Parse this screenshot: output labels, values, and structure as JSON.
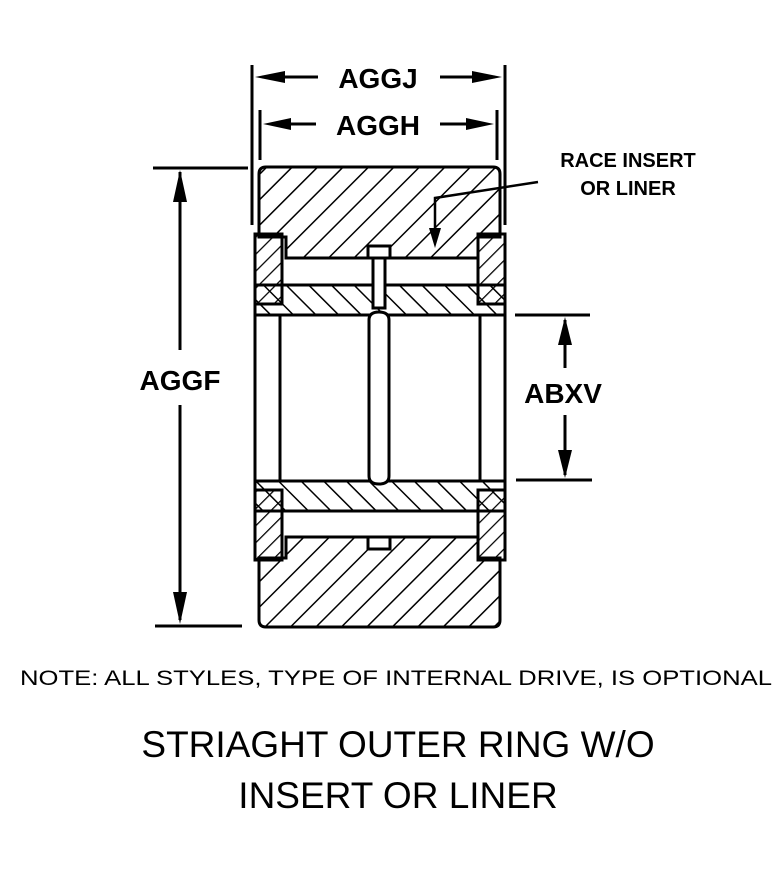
{
  "drawing": {
    "dimensions": {
      "overall_width": "AGGJ",
      "ring_width": "AGGH",
      "outer_diameter": "AGGF",
      "bore_diameter": "ABXV"
    },
    "callout": {
      "line1": "RACE INSERT",
      "line2": "OR LINER"
    },
    "note": "NOTE:  ALL STYLES, TYPE OF INTERNAL DRIVE, IS OPTIONAL",
    "title": {
      "line1": "STRIAGHT OUTER RING W/O",
      "line2": "INSERT OR LINER"
    },
    "colors": {
      "line": "#000000",
      "background": "#ffffff"
    }
  }
}
